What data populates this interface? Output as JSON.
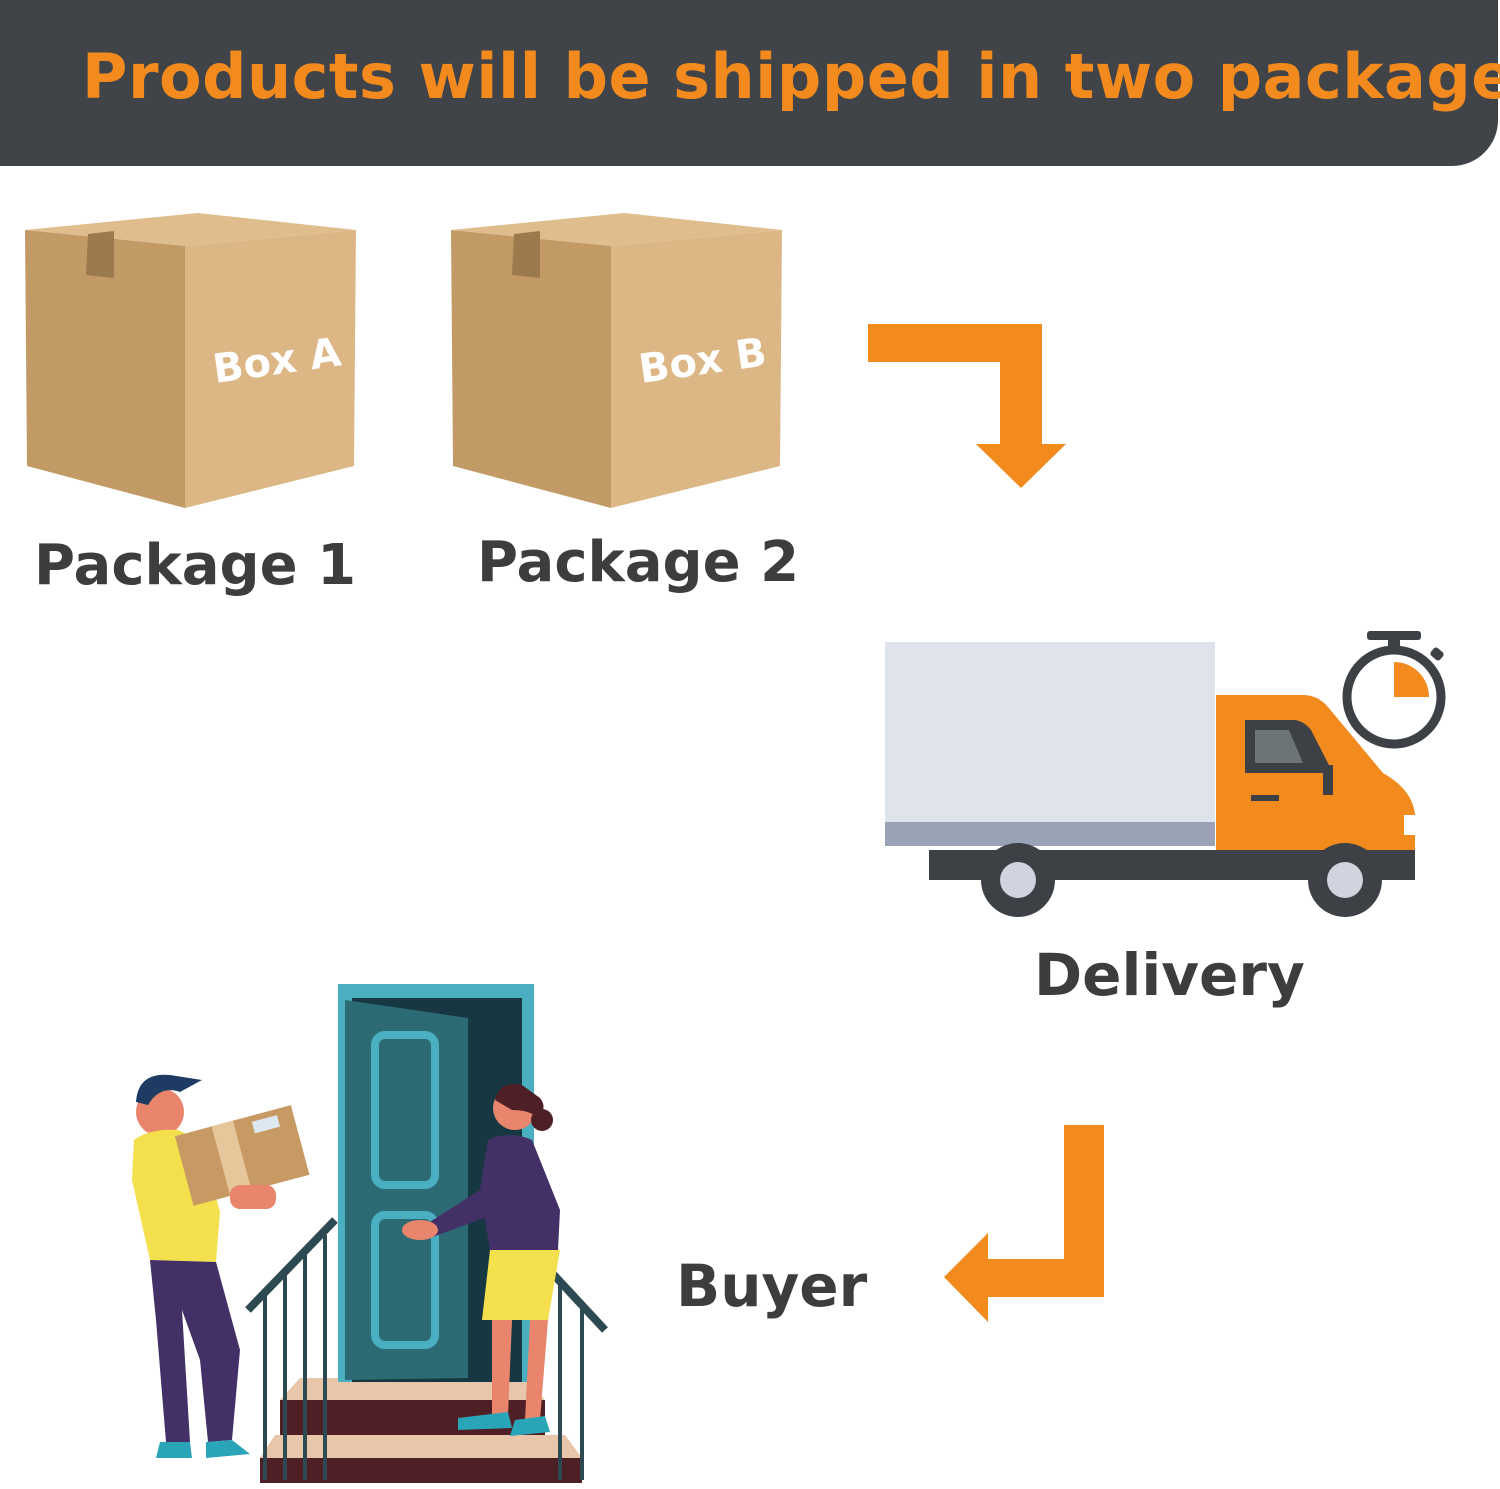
{
  "banner": {
    "title": "Products will be shipped in two packages"
  },
  "packages": [
    {
      "box_label": "Box A",
      "caption": "Package 1"
    },
    {
      "box_label": "Box B",
      "caption": "Package 2"
    }
  ],
  "delivery": {
    "caption": "Delivery"
  },
  "buyer": {
    "caption": "Buyer"
  },
  "colors": {
    "banner_bg": "#404347",
    "accent_orange": "#f28a1e",
    "box_front": "#caa36f",
    "box_side": "#ddb886",
    "truck_cargo": "#dfe3ec",
    "label_text": "#3d3d3d"
  }
}
